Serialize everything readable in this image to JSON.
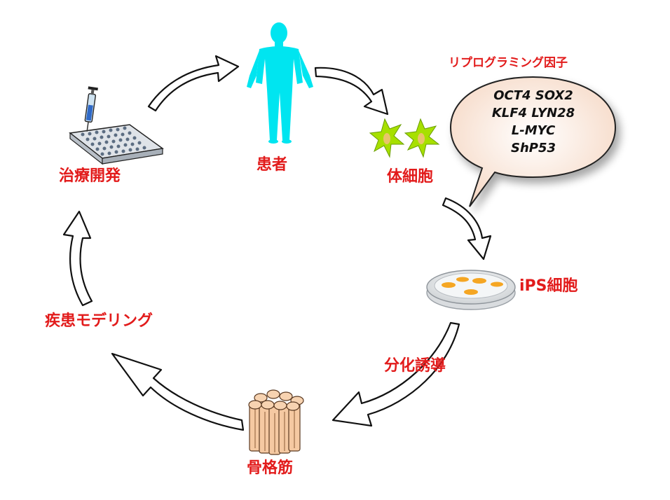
{
  "labels": {
    "drug_dev": "治療開発",
    "patient": "患者",
    "somatic": "体細胞",
    "ips": "iPS細胞",
    "differentiation": "分化誘導",
    "muscle": "骨格筋",
    "disease_modeling": "疾患モデリング",
    "reprogramming_title": "リプログラミング因子"
  },
  "factors": [
    "OCT4  SOX2",
    "KLF4  LYN28",
    "L-MYC",
    "ShP53"
  ],
  "colors": {
    "label_red": "#e21b1b",
    "human_cyan": "#00e5f0",
    "cell_green": "#a7e000",
    "bubble_fill": "#fbe6d8",
    "dish_cell_orange": "#f5a623",
    "muscle_fill": "#f5c9a2"
  },
  "icons": [
    "well-plate-syringe-icon",
    "human-body-icon",
    "somatic-cell-icon",
    "petri-dish-icon",
    "muscle-fiber-icon",
    "cycle-arrow-icon",
    "speech-bubble-icon"
  ]
}
